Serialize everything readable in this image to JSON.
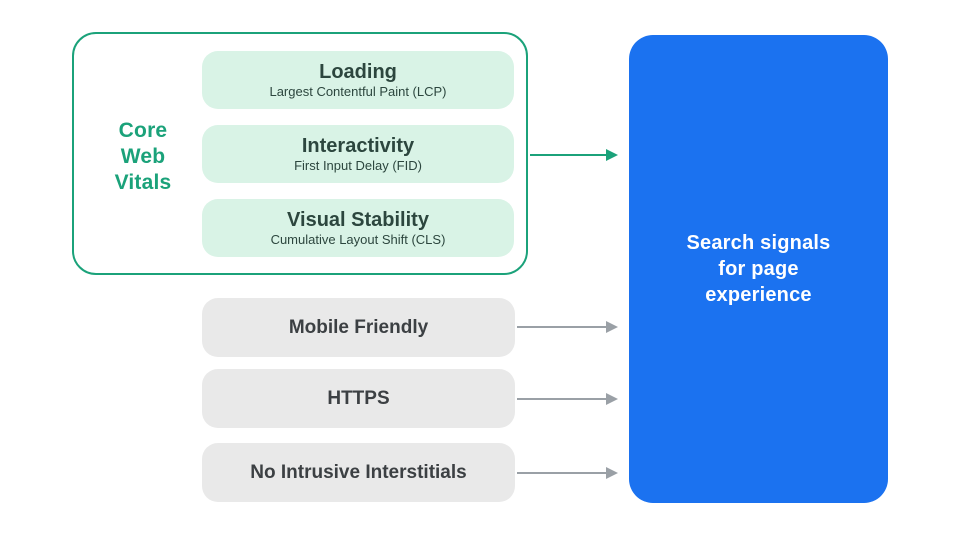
{
  "colors": {
    "background": "#FFFFFF",
    "accent_green": "#1BA27A",
    "mint_fill": "#D9F3E6",
    "pill_text": "#2C463E",
    "gray_fill": "#E9E9E9",
    "gray_text": "#3C4043",
    "arrow_gray": "#9AA0A6",
    "accent_blue": "#1B72F0",
    "card_text": "#FFFFFF"
  },
  "core_web_vitals": {
    "label_lines": [
      "Core",
      "Web",
      "Vitals"
    ],
    "pills": [
      {
        "title": "Loading",
        "subtitle": "Largest Contentful Paint (LCP)"
      },
      {
        "title": "Interactivity",
        "subtitle": "First Input Delay (FID)"
      },
      {
        "title": "Visual Stability",
        "subtitle": "Cumulative Layout Shift (CLS)"
      }
    ]
  },
  "other_signals": [
    {
      "label": "Mobile Friendly"
    },
    {
      "label": "HTTPS"
    },
    {
      "label": "No Intrusive Interstitials"
    }
  ],
  "result_card": {
    "label": "Search signals for page experience"
  }
}
